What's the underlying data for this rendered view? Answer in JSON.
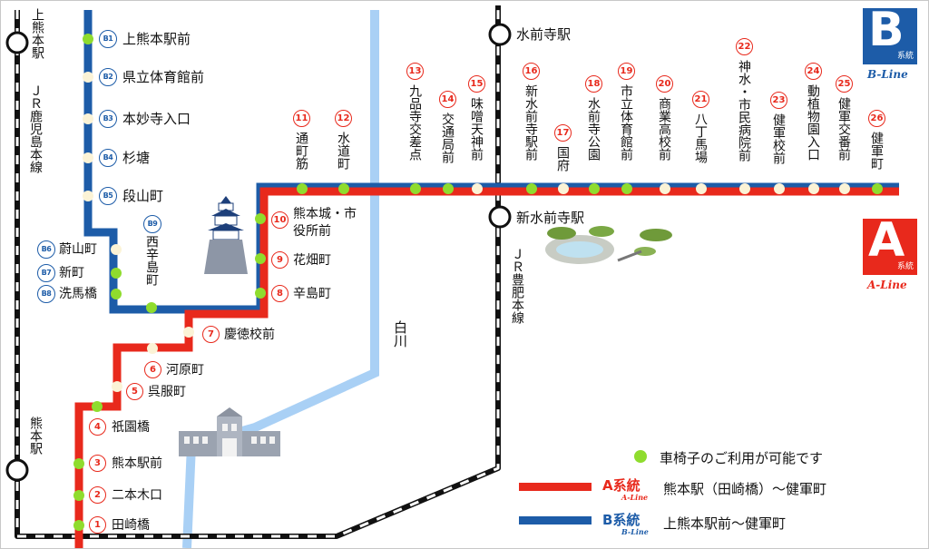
{
  "colors": {
    "a_line": "#e8291c",
    "b_line": "#1d5ca8",
    "river": "#a9d0f5",
    "wheelchair_dot": "#8fdc2e",
    "plain_dot": "#fbf3d6"
  },
  "rail": {
    "kami_kumamoto": "上熊本駅",
    "kagoshima": "ＪＲ鹿児島本線",
    "suizenji": "水前寺駅",
    "shin_suizenji": "新水前寺駅",
    "hohi": "ＪＲ豊肥本線",
    "kumamoto": "熊本駅"
  },
  "river_label": "白川",
  "badges": {
    "b": {
      "letter": "B",
      "small": "系統",
      "sub": "B-Line"
    },
    "a": {
      "letter": "A",
      "small": "系統",
      "sub": "A-Line"
    }
  },
  "a_stops": [
    {
      "num": "1",
      "name": "田崎橋",
      "wheelchair": true
    },
    {
      "num": "2",
      "name": "二本木口",
      "wheelchair": true
    },
    {
      "num": "3",
      "name": "熊本駅前",
      "wheelchair": true
    },
    {
      "num": "4",
      "name": "祇園橋",
      "wheelchair": true
    },
    {
      "num": "5",
      "name": "呉服町",
      "wheelchair": false
    },
    {
      "num": "6",
      "name": "河原町",
      "wheelchair": false
    },
    {
      "num": "7",
      "name": "慶徳校前",
      "wheelchair": false
    },
    {
      "num": "8",
      "name": "辛島町",
      "wheelchair": true
    },
    {
      "num": "9",
      "name": "花畑町",
      "wheelchair": true
    },
    {
      "num": "10",
      "name": "熊本城・市役所前",
      "wheelchair": true
    },
    {
      "num": "11",
      "name": "通町筋",
      "wheelchair": true
    },
    {
      "num": "12",
      "name": "水道町",
      "wheelchair": true
    },
    {
      "num": "13",
      "name": "九品寺交差点",
      "wheelchair": true
    },
    {
      "num": "14",
      "name": "交通局前",
      "wheelchair": true
    },
    {
      "num": "15",
      "name": "味噌天神前",
      "wheelchair": false
    },
    {
      "num": "16",
      "name": "新水前寺駅前",
      "wheelchair": true
    },
    {
      "num": "17",
      "name": "国府",
      "wheelchair": false
    },
    {
      "num": "18",
      "name": "水前寺公園",
      "wheelchair": true
    },
    {
      "num": "19",
      "name": "市立体育館前",
      "wheelchair": true
    },
    {
      "num": "20",
      "name": "商業高校前",
      "wheelchair": false
    },
    {
      "num": "21",
      "name": "八丁馬場",
      "wheelchair": false
    },
    {
      "num": "22",
      "name": "神水・市民病院前",
      "wheelchair": false
    },
    {
      "num": "23",
      "name": "健軍校前",
      "wheelchair": false
    },
    {
      "num": "24",
      "name": "動植物園入口",
      "wheelchair": false
    },
    {
      "num": "25",
      "name": "健軍交番前",
      "wheelchair": false
    },
    {
      "num": "26",
      "name": "健軍町",
      "wheelchair": true
    }
  ],
  "b_stops": [
    {
      "num": "B1",
      "name": "上熊本駅前",
      "wheelchair": true
    },
    {
      "num": "B2",
      "name": "県立体育館前",
      "wheelchair": false
    },
    {
      "num": "B3",
      "name": "本妙寺入口",
      "wheelchair": false
    },
    {
      "num": "B4",
      "name": "杉塘",
      "wheelchair": false
    },
    {
      "num": "B5",
      "name": "段山町",
      "wheelchair": false
    },
    {
      "num": "B6",
      "name": "蔚山町",
      "wheelchair": false
    },
    {
      "num": "B7",
      "name": "新町",
      "wheelchair": true
    },
    {
      "num": "B8",
      "name": "洗馬橋",
      "wheelchair": true
    },
    {
      "num": "B9",
      "name": "西辛島町",
      "wheelchair": true
    }
  ],
  "legend": {
    "wheelchair": "車椅子のご利用が可能です",
    "a": {
      "sys": "A系統",
      "sub": "A-Line",
      "text": "熊本駅（田崎橋）～健軍町"
    },
    "b": {
      "sys": "B系統",
      "sub": "B-Line",
      "text": "上熊本駅前～健軍町"
    }
  }
}
